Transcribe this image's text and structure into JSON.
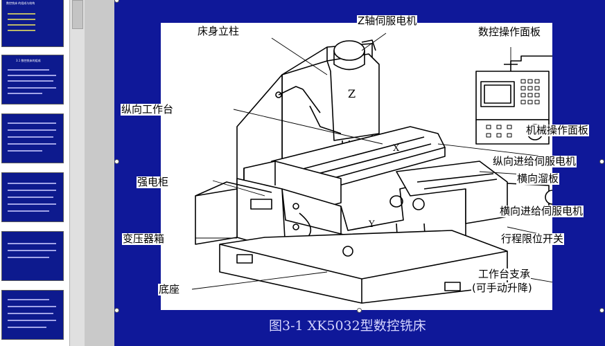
{
  "thumbnails": [
    {
      "title": "数控铣床 的组成与结构"
    },
    {
      "title": "3.1 数控铣床的组成"
    },
    {
      "title": ""
    },
    {
      "title": ""
    },
    {
      "title": ""
    },
    {
      "title": ""
    }
  ],
  "slide": {
    "caption": "图3-1  XK5032型数控铣床",
    "labels": {
      "column": "床身立柱",
      "z_servo": "Z轴伺服电机",
      "nc_panel": "数控操作面板",
      "long_table": "纵向工作台",
      "mech_panel": "机械操作面板",
      "long_feed_servo": "纵向进给伺服电机",
      "cross_slide": "横向溜板",
      "power_cabinet": "强电柜",
      "cross_feed_servo": "横向进给伺服电机",
      "transformer": "变压器箱",
      "limit_switch": "行程限位开关",
      "table_support_1": "工作台支承",
      "table_support_2": "(可手动升降)",
      "base": "底座"
    },
    "machine_marks": {
      "z": "Z",
      "x": "X",
      "y": "Y"
    }
  },
  "colors": {
    "slide_bg": "#0f1899",
    "caption": "#d6d6ff",
    "panel_bg": "#ffffff"
  }
}
